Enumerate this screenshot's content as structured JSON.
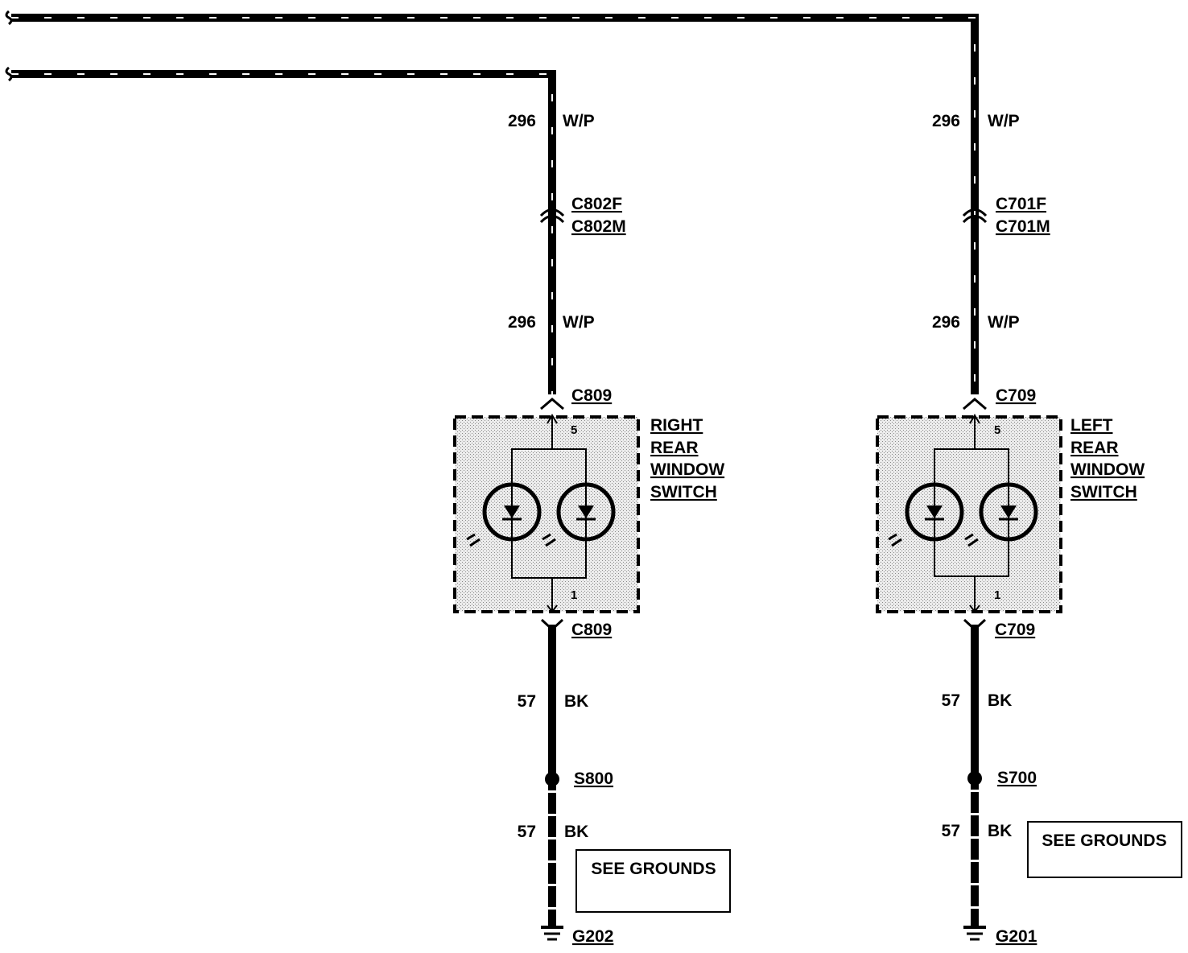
{
  "circuits": [
    {
      "id": "right",
      "upper_wire": {
        "circuit": "296",
        "color": "W/P"
      },
      "connector_female": "C802F",
      "connector_male": "C802M",
      "lower_wire": {
        "circuit": "296",
        "color": "W/P"
      },
      "switch_connector_top": "C809",
      "switch_name_lines": [
        "RIGHT",
        "REAR",
        "WINDOW",
        "SWITCH"
      ],
      "pin_top": "5",
      "pin_bottom": "1",
      "switch_connector_bottom": "C809",
      "ground_wire_upper": {
        "circuit": "57",
        "color": "BK"
      },
      "splice": "S800",
      "ground_wire_lower": {
        "circuit": "57",
        "color": "BK"
      },
      "see_grounds": "SEE GROUNDS",
      "ground": "G202"
    },
    {
      "id": "left",
      "upper_wire": {
        "circuit": "296",
        "color": "W/P"
      },
      "connector_female": "C701F",
      "connector_male": "C701M",
      "lower_wire": {
        "circuit": "296",
        "color": "W/P"
      },
      "switch_connector_top": "C709",
      "switch_name_lines": [
        "LEFT",
        "REAR",
        "WINDOW",
        "SWITCH"
      ],
      "pin_top": "5",
      "pin_bottom": "1",
      "switch_connector_bottom": "C709",
      "ground_wire_upper": {
        "circuit": "57",
        "color": "BK"
      },
      "splice": "S700",
      "ground_wire_lower": {
        "circuit": "57",
        "color": "BK"
      },
      "see_grounds": "SEE GROUNDS",
      "ground": "G201"
    }
  ],
  "colors": {
    "wire": "#000000",
    "switch_fill": "#d9d9d9",
    "background": "#ffffff"
  }
}
